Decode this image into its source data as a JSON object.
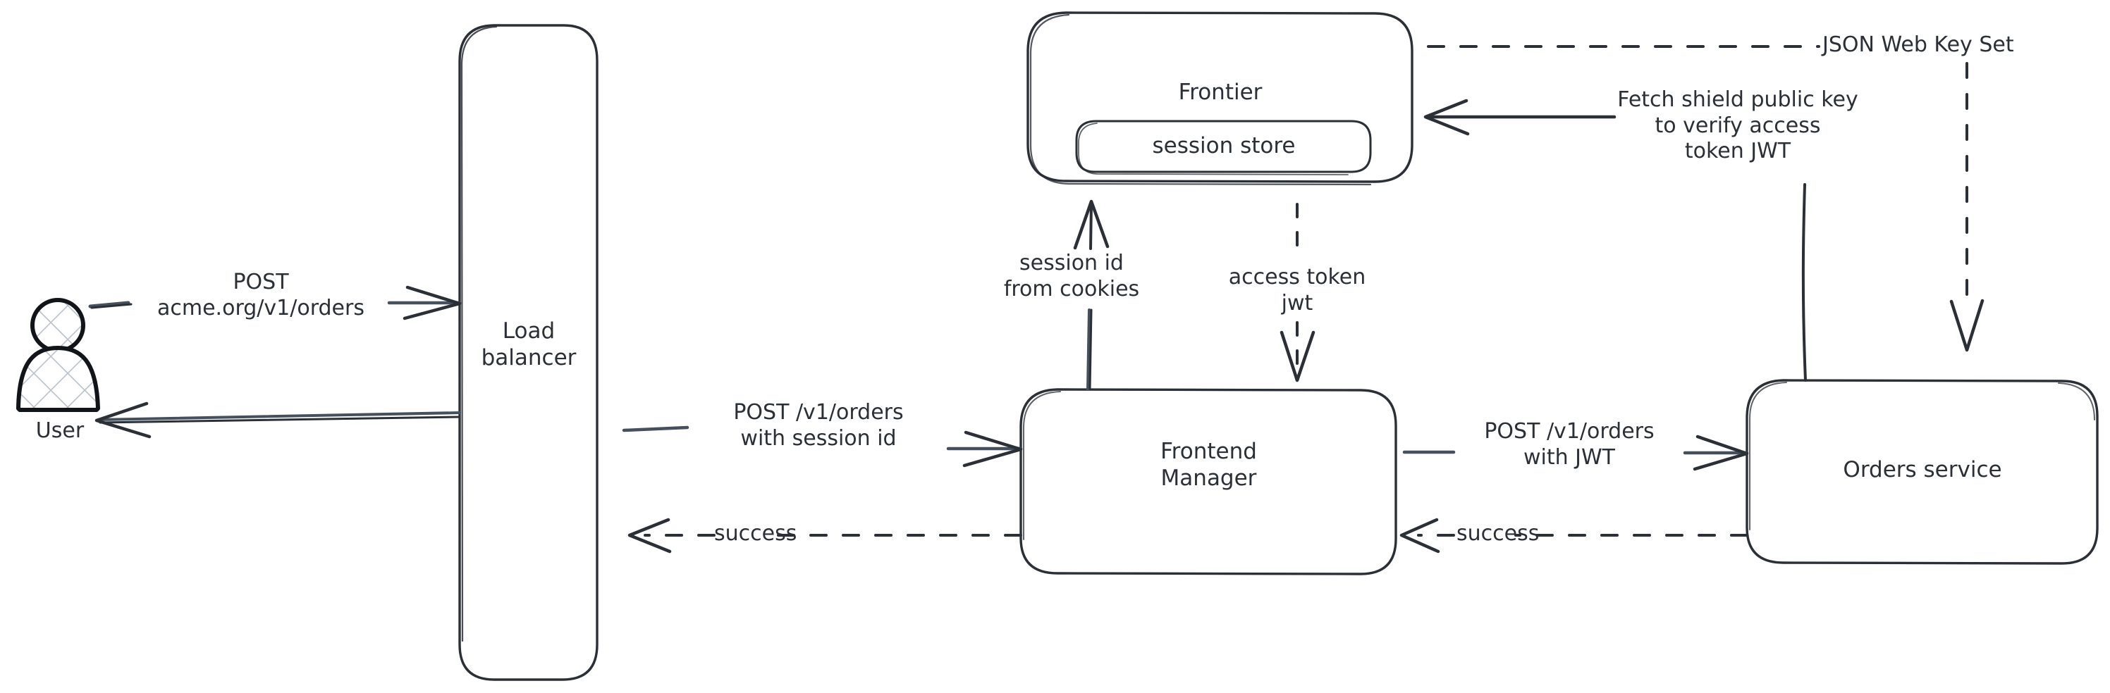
{
  "diagram": {
    "title": "Authentication request flow",
    "style": "hand-drawn architecture diagram",
    "stroke_color": "#2b2f36",
    "background_color": "#ffffff",
    "hatch_color": "#b9c2cc"
  },
  "actors": [
    {
      "id": "user",
      "label": "User",
      "icon": "user-actor-icon"
    }
  ],
  "nodes": [
    {
      "id": "load-balancer",
      "label": "Load\nbalancer"
    },
    {
      "id": "frontier",
      "label": "Frontier"
    },
    {
      "id": "session-store",
      "label": "session store"
    },
    {
      "id": "frontend-manager",
      "label": "Frontend\nManager"
    },
    {
      "id": "orders-service",
      "label": "Orders service"
    }
  ],
  "edges": [
    {
      "id": "user-to-lb",
      "label": "POST\nacme.org/v1/orders",
      "style": "solid",
      "direction": "right"
    },
    {
      "id": "lb-to-user",
      "label": "",
      "style": "solid",
      "direction": "left"
    },
    {
      "id": "lb-to-fm",
      "label": "POST /v1/orders\nwith session id",
      "style": "solid",
      "direction": "right"
    },
    {
      "id": "fm-to-lb-success",
      "label": "success",
      "style": "dashed",
      "direction": "left"
    },
    {
      "id": "fm-to-frontier",
      "label": "session id\nfrom cookies",
      "style": "solid",
      "direction": "up"
    },
    {
      "id": "frontier-to-fm",
      "label": "access token\njwt",
      "style": "dashed",
      "direction": "down"
    },
    {
      "id": "fm-to-orders",
      "label": "POST /v1/orders\nwith JWT",
      "style": "solid",
      "direction": "right"
    },
    {
      "id": "orders-to-fm-success",
      "label": "success",
      "style": "dashed",
      "direction": "left"
    },
    {
      "id": "orders-to-frontier",
      "label": "Fetch shield public key\nto verify access\ntoken JWT",
      "style": "solid",
      "direction": "left"
    },
    {
      "id": "frontier-to-orders-jwks",
      "label": "JSON Web Key Set",
      "style": "dashed",
      "direction": "down"
    }
  ]
}
